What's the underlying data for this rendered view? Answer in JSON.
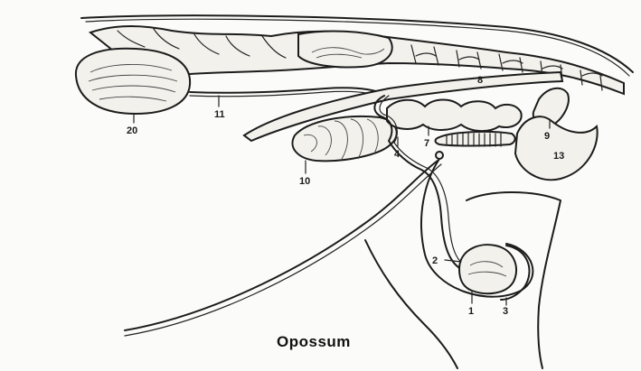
{
  "title": "Opossum",
  "labels": {
    "l20": "20",
    "l11": "11",
    "l10": "10",
    "l4": "4",
    "l7": "7",
    "l8": "8",
    "l9": "9",
    "l13": "13",
    "l2": "2",
    "l1": "1",
    "l3": "3"
  }
}
